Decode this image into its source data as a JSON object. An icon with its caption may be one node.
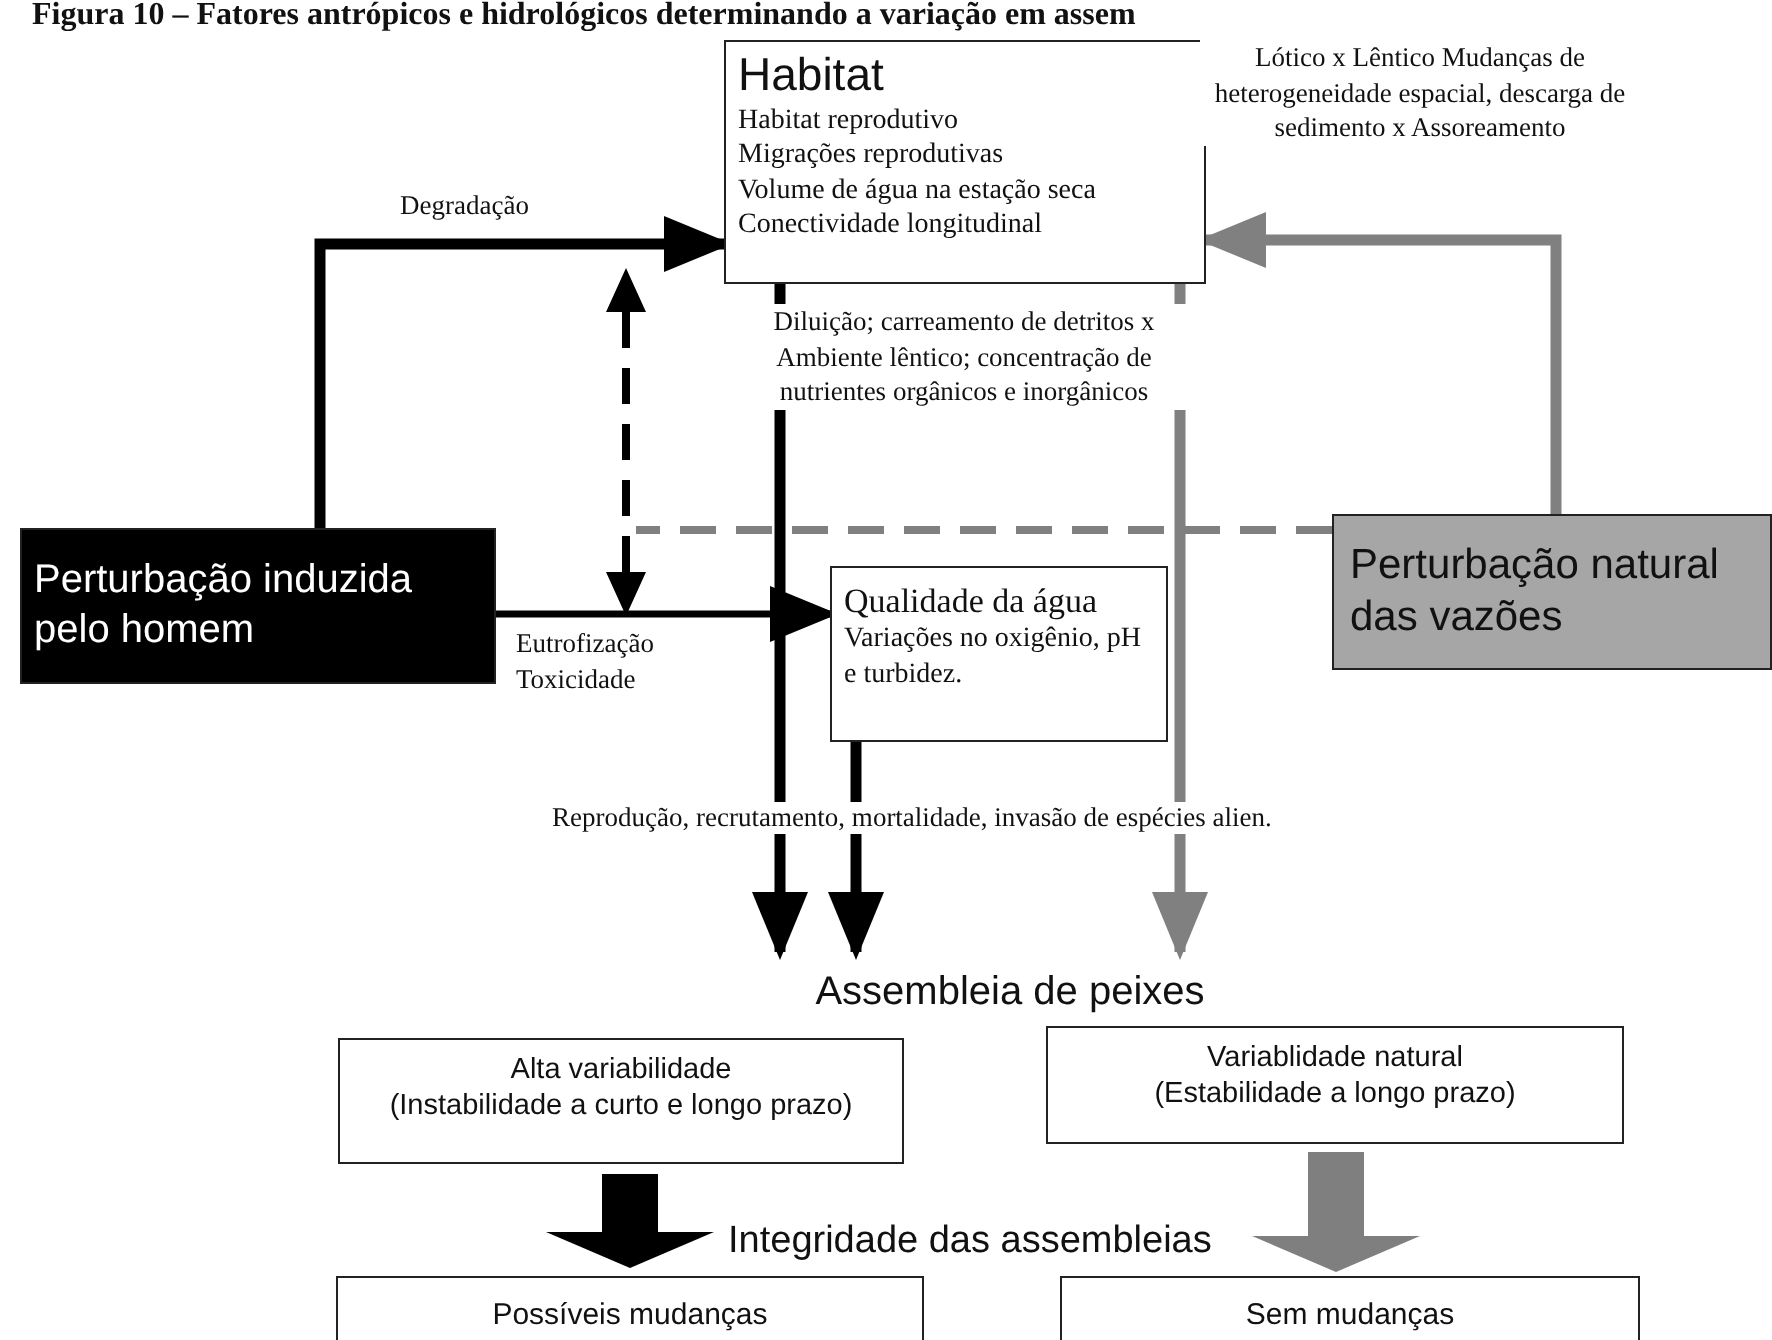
{
  "diagram": {
    "title": "Figura 10 – Fatores antrópicos e hidrológicos determinando a variação em assem",
    "nodes": [
      {
        "text": [
          "Habitat",
          "Habitat reprodutivo",
          "Migrações reprodutivas",
          "Volume de água na estação seca",
          "Conectividade longitudinal"
        ]
      },
      {
        "text": [
          "Perturbação induzida pelo homem"
        ]
      },
      {
        "text": [
          "Perturbação natural das vazões"
        ]
      },
      {
        "text": [
          "Qualidade da água",
          "Variações no oxigênio, pH e turbidez."
        ]
      },
      {
        "text": [
          "Assembleia de peixes"
        ]
      },
      {
        "text": [
          "Alta variabilidade",
          "(Instabilidade a curto e longo prazo)"
        ]
      },
      {
        "text": [
          "Variablidade natural",
          "(Estabilidade a longo prazo)"
        ]
      },
      {
        "text": [
          "Possíveis mudanças"
        ]
      },
      {
        "text": [
          "Sem mudanças"
        ]
      }
    ],
    "edges": [
      {
        "from": 1,
        "to": 0,
        "arrow": "to",
        "label": "Degradação"
      },
      {
        "from": 1,
        "to": 3,
        "arrow": "to",
        "label": "Eutrofização Toxicidade"
      },
      {
        "from": 2,
        "to": 0,
        "arrow": "to",
        "color": "#808080",
        "label": "Lótico x Lêntico Mudanças de heterogeneidade espacial, descarga de sedimento x Assoreamento"
      },
      {
        "from": 2,
        "to": null,
        "arrow": "none",
        "style": "dashed",
        "color": "#808080"
      },
      {
        "from": 0,
        "to": 4,
        "arrow": "to",
        "label": "Diluição; carreamento de detritos x Ambiente lêntico; concentração de nutrientes orgânicos e inorgânicos"
      },
      {
        "from": 0,
        "to": 4,
        "arrow": "to",
        "color": "#808080"
      },
      {
        "from": 3,
        "to": 4,
        "arrow": "to"
      },
      {
        "from": 5,
        "to": 7,
        "arrow": "to",
        "style": "thick"
      },
      {
        "from": 6,
        "to": 8,
        "arrow": "to",
        "style": "thick",
        "color": "#7f7f7f"
      }
    ],
    "labels": [
      "Reprodução, recrutamento, mortalidade, invasão de espécies alien.",
      "Integridade das assembleias"
    ]
  }
}
